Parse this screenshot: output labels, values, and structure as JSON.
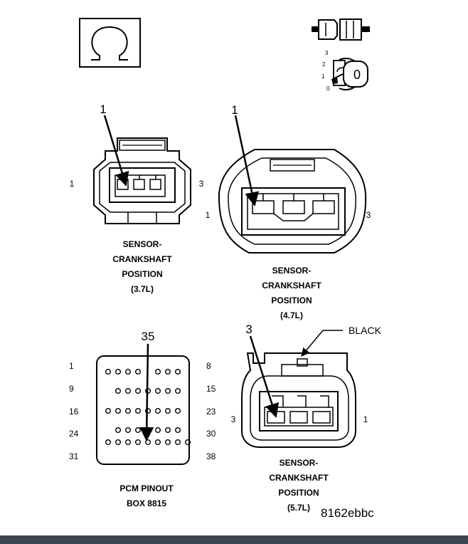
{
  "icons": {
    "ohmmeter": "ohm-symbol-icon",
    "disconnect": "connector-disconnect-icon",
    "ignition": "ignition-key-off-icon",
    "ignition_position": "0",
    "ignition_scale": [
      "3",
      "2",
      "1",
      "0"
    ]
  },
  "connectors": {
    "ckp_37": {
      "label": [
        "SENSOR-",
        "CRANKSHAFT",
        "POSITION",
        "(3.7L)"
      ],
      "callout": "1",
      "pin_left": "1",
      "pin_right": "3"
    },
    "ckp_47": {
      "label": [
        "SENSOR-",
        "CRANKSHAFT",
        "POSITION",
        "(4.7L)"
      ],
      "callout": "1",
      "pin_left": "1",
      "pin_right": "3"
    },
    "ckp_57": {
      "label": [
        "SENSOR-",
        "CRANKSHAFT",
        "POSITION",
        "(5.7L)"
      ],
      "callout": "3",
      "color_note": "BLACK",
      "pin_left": "3",
      "pin_right": "1"
    }
  },
  "pcm": {
    "label": [
      "PCM PINOUT",
      "BOX 8815"
    ],
    "callout": "35",
    "left_pins": [
      "1",
      "9",
      "16",
      "24",
      "31"
    ],
    "right_pins": [
      "8",
      "15",
      "23",
      "30",
      "38"
    ]
  },
  "figure_id": "8162ebbc"
}
